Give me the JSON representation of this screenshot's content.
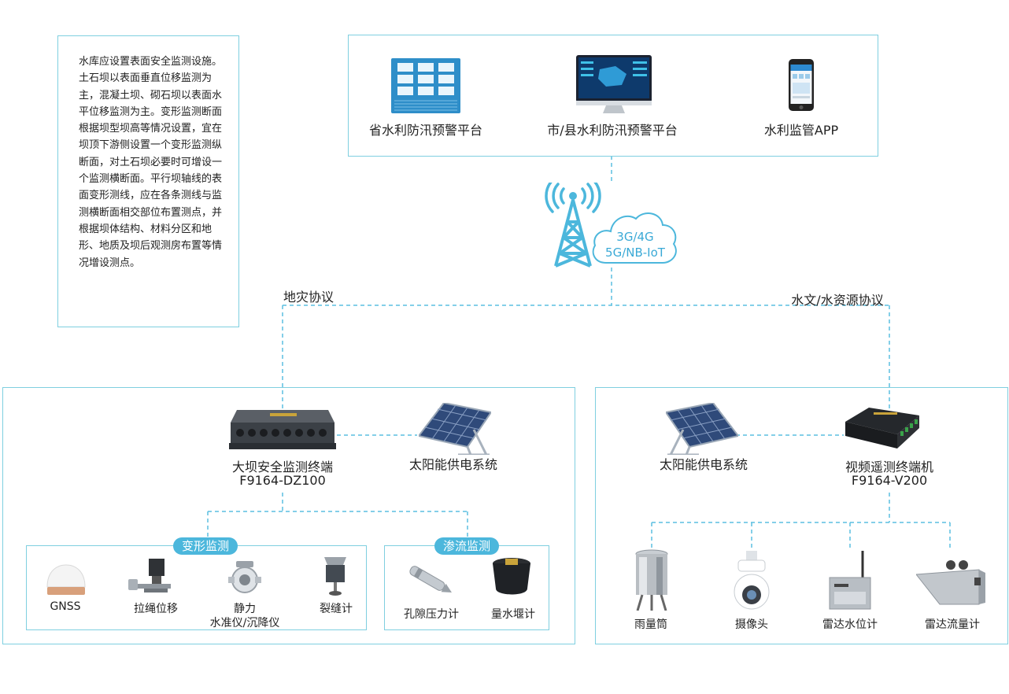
{
  "note": {
    "text": "水库应设置表面安全监测设施。土石坝以表面垂直位移监测为主，混凝土坝、砌石坝以表面水平位移监测为主。变形监测断面根据坝型坝高等情况设置，宜在坝顶下游侧设置一个变形监测纵断面，对土石坝必要时可增设一个监测横断面。平行坝轴线的表面变形测线，应在各条测线与监测横断面相交部位布置测点，并根据坝体结构、材料分区和地形、地质及坝后观测房布置等情况增设测点。"
  },
  "platforms": {
    "provincial": "省水利防汛预警平台",
    "city": "市/县水利防汛预警平台",
    "app": "水利监管APP"
  },
  "network": {
    "line1": "3G/4G",
    "line2": "5G/NB-IoT"
  },
  "protocols": {
    "left": "地灾协议",
    "right": "水文/水资源协议"
  },
  "left_station": {
    "terminal_name": "大坝安全监测终端",
    "terminal_model": "F9164-DZ100",
    "solar": "太阳能供电系统",
    "deformation_group": {
      "title": "变形监测",
      "items": [
        "GNSS",
        "拉绳位移",
        "静力",
        "水准仪/沉降仪",
        "裂缝计"
      ]
    },
    "seepage_group": {
      "title": "渗流监测",
      "items": [
        "孔隙压力计",
        "量水堰计"
      ]
    }
  },
  "right_station": {
    "solar": "太阳能供电系统",
    "terminal_name": "视频遥测终端机",
    "terminal_model": "F9164-V200",
    "devices": [
      "雨量筒",
      "摄像头",
      "雷达水位计",
      "雷达流量计"
    ]
  },
  "colors": {
    "border": "#7fcfe0",
    "accent": "#4cb7dc",
    "dash": "#5bbfe0",
    "text": "#222222"
  }
}
